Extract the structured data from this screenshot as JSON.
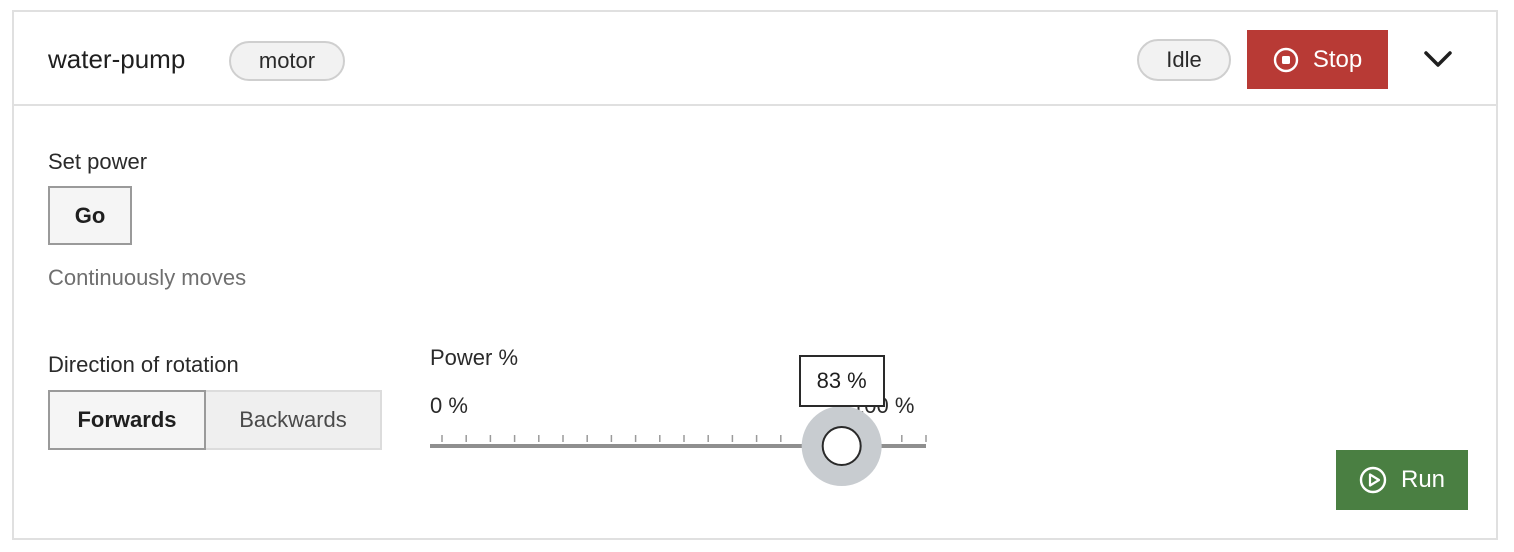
{
  "header": {
    "title": "water-pump",
    "type_badge": "motor",
    "status_badge": "Idle",
    "stop_label": "Stop",
    "stop_icon": "stop-circle-icon",
    "expand_icon": "chevron-down-icon",
    "stop_color": "#b83a35"
  },
  "set_power": {
    "label": "Set power",
    "go_label": "Go",
    "hint": "Continuously moves"
  },
  "direction": {
    "label": "Direction of rotation",
    "options": [
      "Forwards",
      "Backwards"
    ],
    "selected": "Forwards"
  },
  "power": {
    "label": "Power %",
    "min_label": "0 %",
    "max_label": "100 %",
    "value": 83,
    "value_label": "83 %"
  },
  "run": {
    "label": "Run",
    "icon": "play-circle-icon",
    "color": "#4a7f42"
  }
}
